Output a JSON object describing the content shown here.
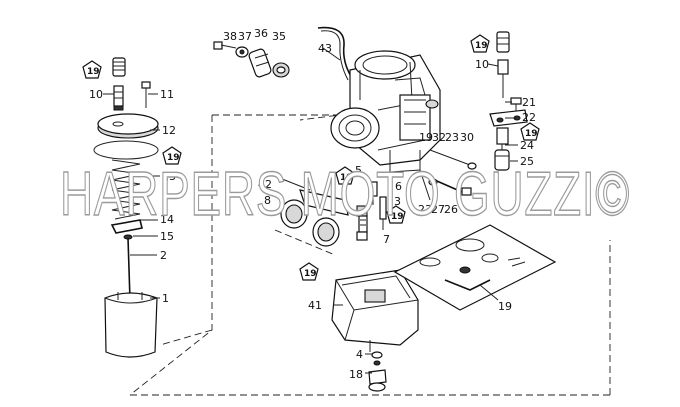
{
  "watermark": "HARPERS MOTO GUZZI©",
  "pentagon_badge": "19",
  "part_labels": {
    "p38": "38",
    "p37": "37",
    "p36": "36",
    "p35": "35",
    "p43": "43",
    "p10a": "10",
    "p11": "11",
    "p12": "12",
    "p13": "13",
    "p14": "14",
    "p15": "15",
    "p2": "2",
    "p1": "1",
    "p10b": "10",
    "p21": "21",
    "p22": "22",
    "p24": "24",
    "p25": "25",
    "p19a": "19",
    "p32": "32",
    "p23a": "23",
    "p30": "30",
    "p5": "5",
    "p6": "6",
    "p3": "3",
    "p7": "7",
    "p23b": "23",
    "p27": "27",
    "p26": "26",
    "p42": "42",
    "p8": "8",
    "p41": "41",
    "p4": "4",
    "p18": "18",
    "p19b": "19"
  }
}
